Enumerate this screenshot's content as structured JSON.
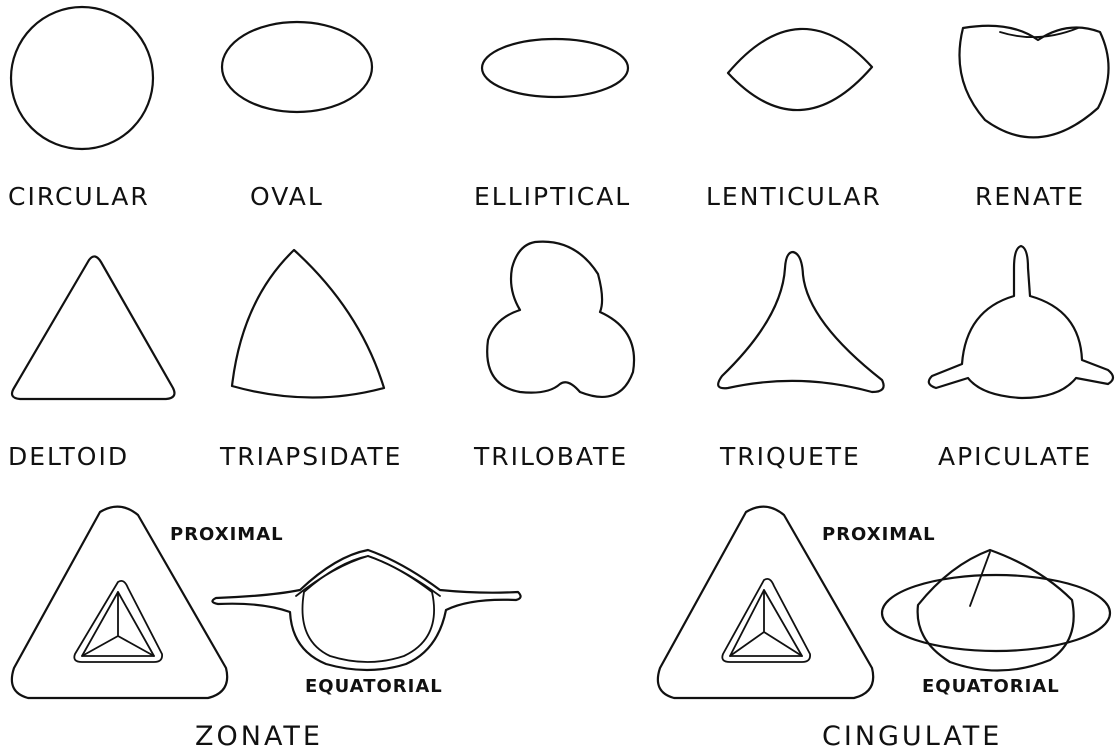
{
  "row1": {
    "circular": "CIRCULAR",
    "oval": "OVAL",
    "elliptical": "ELLIPTICAL",
    "lenticular": "LENTICULAR",
    "renate": "RENATE"
  },
  "row2": {
    "deltoid": "DELTOID",
    "triapsidate": "TRIAPSIDATE",
    "trilobate": "TRILOBATE",
    "triquete": "TRIQUETE",
    "apiculate": "APICULATE"
  },
  "zonate": {
    "title": "ZONATE",
    "proximal": "PROXIMAL",
    "equatorial": "EQUATORIAL"
  },
  "cingulate": {
    "title": "CINGULATE",
    "proximal": "PROXIMAL",
    "equatorial": "EQUATORIAL"
  }
}
